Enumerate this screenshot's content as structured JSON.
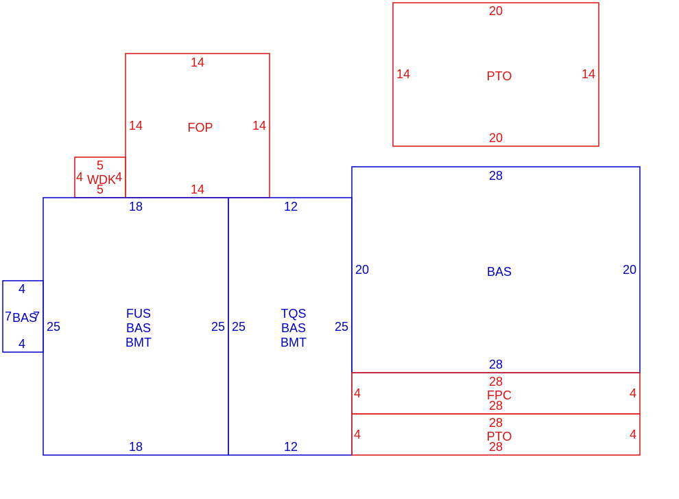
{
  "colors": {
    "blue": "#0000cc",
    "red": "#dd1111"
  },
  "areas": {
    "pto_top": {
      "labels": [
        "PTO"
      ],
      "dims": {
        "top": "20",
        "bottom": "20",
        "left": "14",
        "right": "14"
      }
    },
    "fop": {
      "labels": [
        "FOP"
      ],
      "dims": {
        "top": "14",
        "bottom": "14",
        "left": "14",
        "right": "14"
      }
    },
    "wdk": {
      "labels": [
        "WDK"
      ],
      "dims": {
        "top": "5",
        "bottom": "5",
        "left": "4",
        "right": "4"
      }
    },
    "bas_small": {
      "labels": [
        "BAS"
      ],
      "dims": {
        "top": "4",
        "bottom": "4",
        "left": "7",
        "right": "7"
      }
    },
    "fus": {
      "labels": [
        "FUS",
        "BAS",
        "BMT"
      ],
      "dims": {
        "top": "18",
        "bottom": "18",
        "left": "25",
        "right": "25"
      }
    },
    "tqs": {
      "labels": [
        "TQS",
        "BAS",
        "BMT"
      ],
      "dims": {
        "top": "12",
        "bottom": "12",
        "left": "25",
        "right": "25"
      }
    },
    "bas_large": {
      "labels": [
        "BAS"
      ],
      "dims": {
        "top": "28",
        "bottom": "28",
        "left": "20",
        "right": "20"
      }
    },
    "fpc": {
      "labels": [
        "FPC"
      ],
      "dims": {
        "top": "28",
        "bottom": "28",
        "left": "4",
        "right": "4"
      }
    },
    "pto_bottom": {
      "labels": [
        "PTO"
      ],
      "dims": {
        "top": "28",
        "bottom": "28",
        "left": "4",
        "right": "4"
      }
    }
  }
}
